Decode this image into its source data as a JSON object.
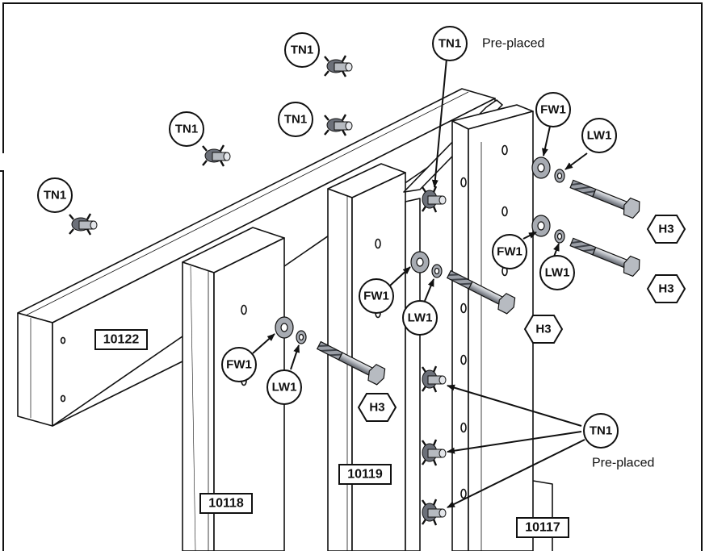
{
  "labels": {
    "tn1": "TN1",
    "fw1": "FW1",
    "lw1": "LW1",
    "h3": "H3"
  },
  "notes": {
    "preplaced_top": "Pre-placed",
    "preplaced_bottom": "Pre-placed"
  },
  "part_numbers": {
    "p10122": "10122",
    "p10118": "10118",
    "p10119": "10119",
    "p10117": "10117"
  },
  "colors": {
    "line": "#111111",
    "shade": "#cfd3d8",
    "metal_dark": "#6c7079",
    "metal_mid": "#a7abb2",
    "metal_light": "#e4e6ea"
  }
}
